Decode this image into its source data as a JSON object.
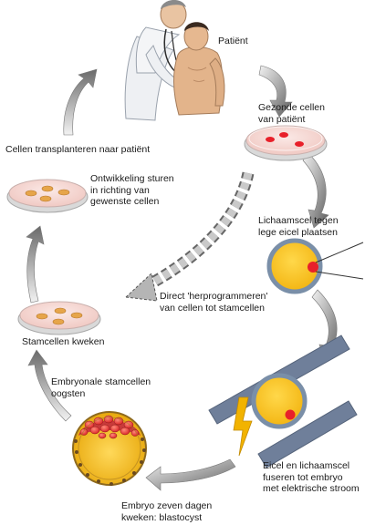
{
  "labels": {
    "patient": "Patiënt",
    "healthy_cells": [
      "Gezonde cellen",
      "van patiënt"
    ],
    "transplant": "Cellen transplanteren naar patiënt",
    "differentiate": [
      "Ontwikkeling sturen",
      "in richting van",
      "gewenste cellen"
    ],
    "body_cell": [
      "Lichaamscel tegen",
      "lege eicel plaatsen"
    ],
    "reprogram": [
      "Direct 'herprogrammeren'",
      "van cellen tot stamcellen"
    ],
    "culture": "Stamcellen kweken",
    "harvest": [
      "Embryonale stamcellen",
      "oogsten"
    ],
    "fuse": [
      "Eicel en lichaamscel",
      "fuseren tot embryo",
      "met elektrische stroom"
    ],
    "blastocyst": [
      "Embryo zeven dagen",
      "kweken: blastocyst"
    ]
  },
  "icons": [
    "doctor-patient-illustration",
    "petri-dish-icon",
    "egg-cell-icon",
    "electrodes-icon",
    "lightning-icon",
    "blastocyst-icon",
    "cycle-arrow-icon",
    "dashed-arrow-icon"
  ],
  "colors": {
    "dish_fill": "#f4d8d4",
    "cell_red": "#e8202a",
    "cell_yellow": "#f7c21c",
    "egg_ring": "#7a8fa8",
    "electrode": "#6f7f9a",
    "lightning": "#f2b300",
    "arrow_gray": "#8a8a8a"
  }
}
